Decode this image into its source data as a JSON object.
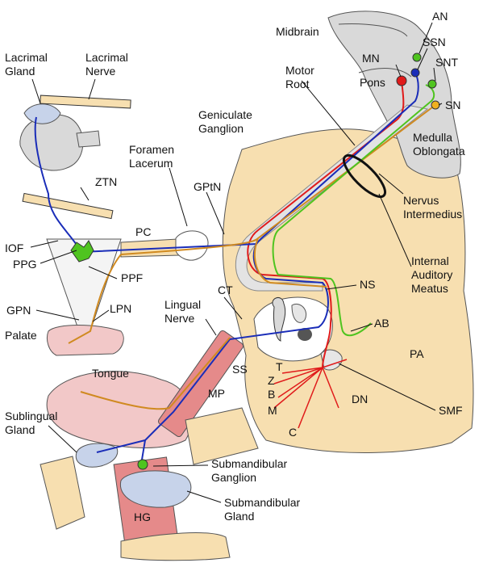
{
  "labels": {
    "lacrimal_gland": [
      "Lacrimal",
      "Gland"
    ],
    "lacrimal_nerve": [
      "Lacrimal",
      "Nerve"
    ],
    "midbrain": "Midbrain",
    "an": "AN",
    "ssn": "SSN",
    "snt": "SNT",
    "mn": "MN",
    "pons": "Pons",
    "sn": "SN",
    "motor_root": [
      "Motor",
      "Root"
    ],
    "geniculate_ganglion": [
      "Geniculate",
      "Ganglion"
    ],
    "foramen_lacerum": [
      "Foramen",
      "Lacerum"
    ],
    "medulla_oblongata": [
      "Medulla",
      "Oblongata"
    ],
    "ztn": "ZTN",
    "gptn": "GPtN",
    "nervus_intermedius": [
      "Nervus",
      "Intermedius"
    ],
    "iof": "IOF",
    "pc": "PC",
    "ppg": "PPG",
    "ppf": "PPF",
    "internal_auditory_meatus": [
      "Internal",
      "Auditory",
      "Meatus"
    ],
    "ns": "NS",
    "gpn": "GPN",
    "lpn": "LPN",
    "ct": "CT",
    "lingual_nerve": [
      "Lingual",
      "Nerve"
    ],
    "palate": "Palate",
    "ab": "AB",
    "pa": "PA",
    "ss": "SS",
    "tongue": "Tongue",
    "mp": "MP",
    "t": "T",
    "z": "Z",
    "b": "B",
    "m": "M",
    "dn": "DN",
    "smf": "SMF",
    "sublingual_gland": [
      "Sublingual",
      "Gland"
    ],
    "c": "C",
    "submandibular_ganglion": [
      "Submandibular",
      "Ganglion"
    ],
    "submandibular_gland": [
      "Submandibular",
      "Gland"
    ],
    "hg": "HG"
  },
  "colors": {
    "bone": "#f7dfb0",
    "brainstem": "#d9d9d9",
    "muscle": "#e58a8a",
    "gland": "#c7d3ea",
    "motor_nerve": "#e01b1b",
    "parasympathetic_nerve": "#1a2db8",
    "taste_nerve": "#d08a20",
    "somatic_sensory_nerve": "#4fc41f",
    "ssn_nucleus": "#1a2db8",
    "mn_nucleus": "#e01b1b",
    "sn_nucleus": "#f0b020"
  }
}
